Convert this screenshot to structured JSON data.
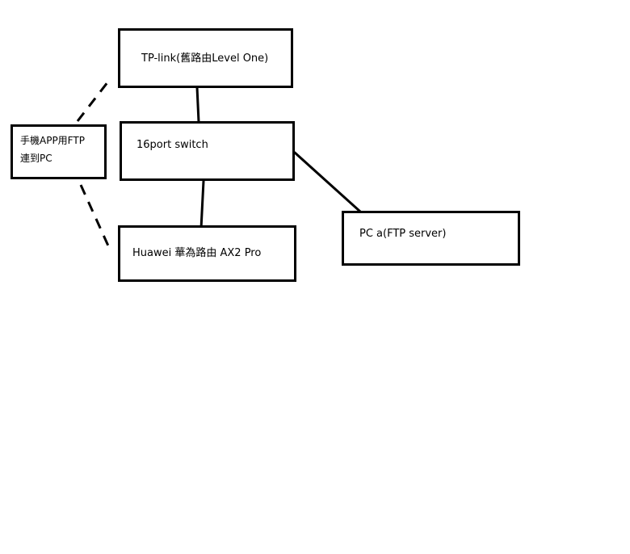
{
  "diagram": {
    "nodes": {
      "tplink": {
        "label": "TP-link(舊路由Level One)"
      },
      "switch": {
        "label": "16port switch"
      },
      "huawei": {
        "label": "Huawei 華為路由 AX2 Pro"
      },
      "pc": {
        "label": "PC a(FTP server)"
      },
      "phone": {
        "line1": "手機APP用FTP",
        "line2": "連到PC"
      }
    },
    "edges": [
      {
        "from": "tplink",
        "to": "switch",
        "style": "solid"
      },
      {
        "from": "switch",
        "to": "huawei",
        "style": "solid"
      },
      {
        "from": "switch",
        "to": "pc",
        "style": "solid"
      },
      {
        "from": "phone",
        "to": "tplink",
        "style": "dashed"
      },
      {
        "from": "phone",
        "to": "huawei",
        "style": "dashed"
      }
    ],
    "colors": {
      "stroke": "#000000",
      "background": "#ffffff"
    }
  }
}
